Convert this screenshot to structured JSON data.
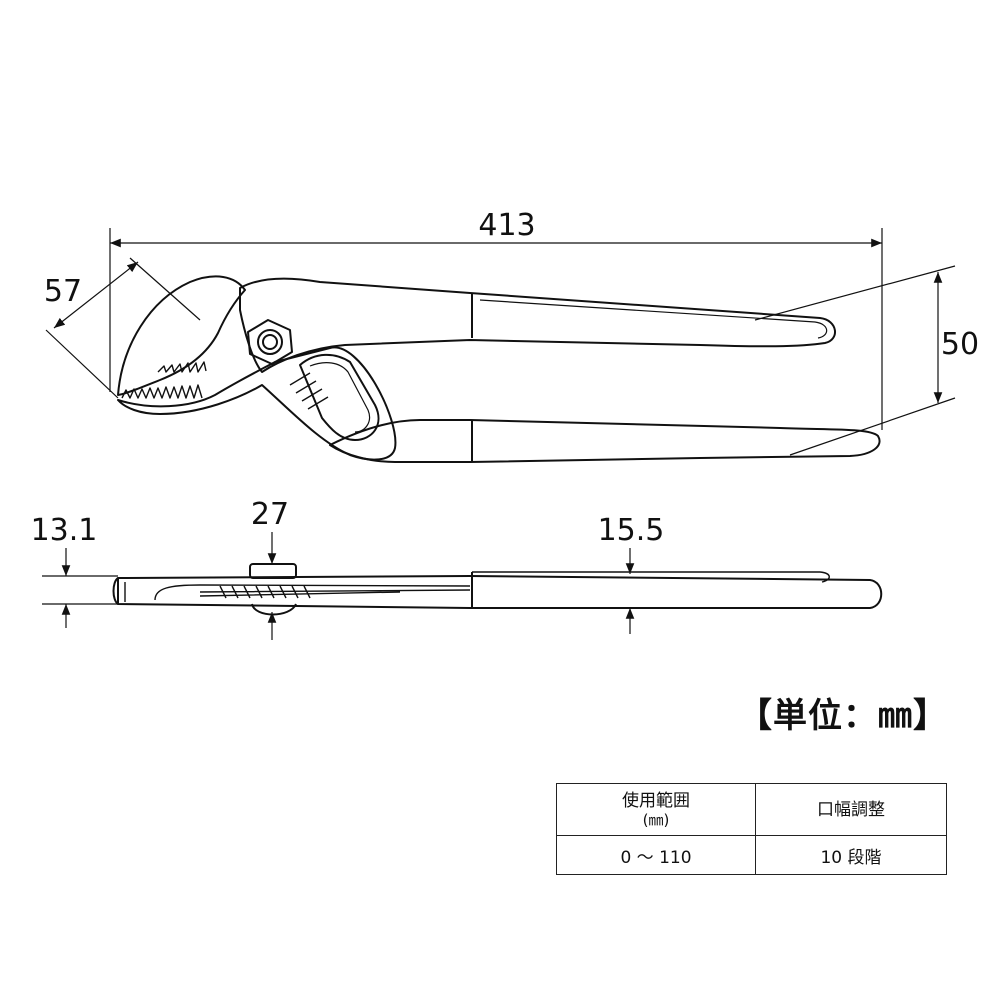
{
  "dimensions": {
    "overall_length": "413",
    "jaw_length": "57",
    "handle_spread": "50",
    "head_thickness": "13.1",
    "nut_size": "27",
    "handle_thickness": "15.5"
  },
  "unit_label": "【単位：㎜】",
  "spec_table": {
    "headers": [
      {
        "main": "使用範囲",
        "sub": "(㎜)"
      },
      {
        "main": "口幅調整",
        "sub": ""
      }
    ],
    "values": [
      "0 〜 110",
      "10 段階"
    ]
  }
}
